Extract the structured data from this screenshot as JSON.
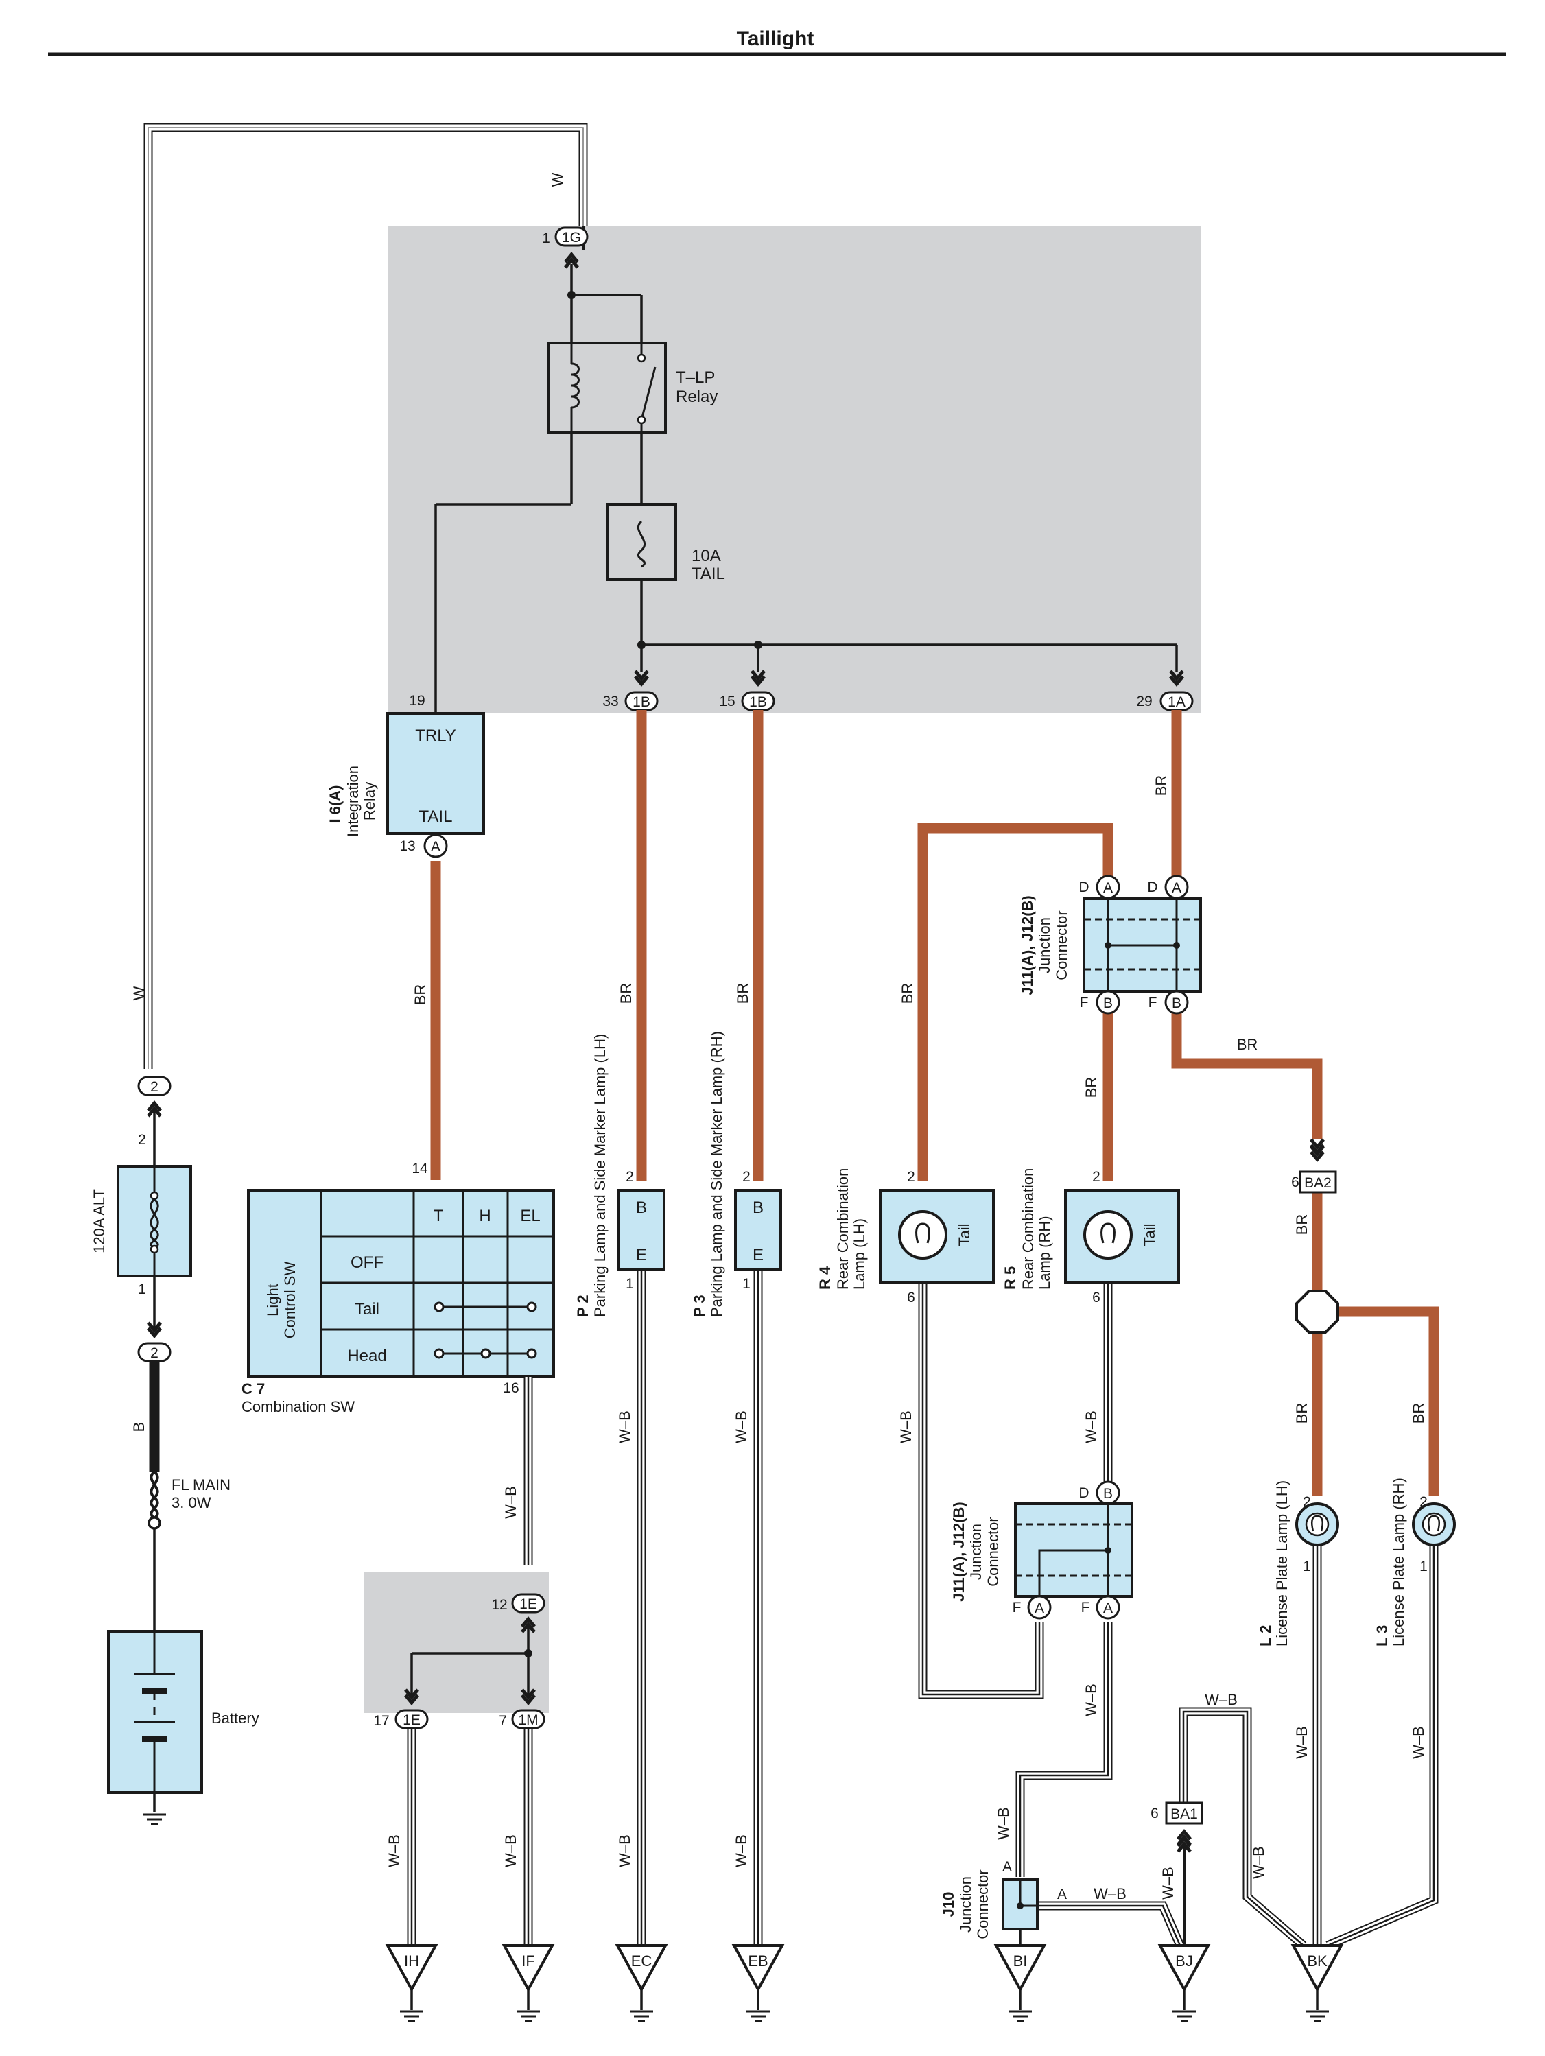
{
  "page": {
    "title": "Taillight"
  },
  "colors": {
    "br_wire": "#b05a35",
    "panel": "#d2d3d5",
    "component": "#c6e6f3",
    "black": "#1a1a1a"
  },
  "wire_colors": {
    "w": "W",
    "br": "BR",
    "b": "B",
    "wb": "W–B"
  },
  "connectors": {
    "c1G": "1G",
    "c1B": "1B",
    "c1A": "1A",
    "cA": "A",
    "cB": "B",
    "cD": "D",
    "cF": "F",
    "c2": "2",
    "c1E": "1E",
    "c1M": "1M",
    "cBA2": "BA2",
    "cBA1": "BA1"
  },
  "pins": {
    "p1": "1",
    "p2": "2",
    "p6": "6",
    "p7": "7",
    "p12": "12",
    "p13": "13",
    "p14": "14",
    "p15": "15",
    "p16": "16",
    "p17": "17",
    "p19": "19",
    "p29": "29",
    "p33": "33"
  },
  "relay": {
    "name": "T–LP",
    "sub": "Relay"
  },
  "fuse_tail": {
    "rating": "10A",
    "name": "TAIL"
  },
  "integration_relay": {
    "code": "I 6(A)",
    "name1": "Integration",
    "name2": "Relay",
    "t1": "TRLY",
    "t2": "TAIL"
  },
  "alt_fuse": {
    "name": "120A ALT"
  },
  "main_fuse": {
    "name": "FL MAIN",
    "rating": "3. 0W"
  },
  "battery": {
    "name": "Battery"
  },
  "combo_sw": {
    "code": "C 7",
    "name": "Combination SW",
    "side1": "Light",
    "side2": "Control SW",
    "cols": [
      "T",
      "H",
      "EL"
    ],
    "rows": [
      "OFF",
      "Tail",
      "Head"
    ]
  },
  "parking_lh": {
    "code": "P 2",
    "name": "Parking Lamp and Side Marker Lamp (LH)",
    "t1": "B",
    "t2": "E"
  },
  "parking_rh": {
    "code": "P 3",
    "name": "Parking Lamp and Side Marker Lamp (RH)",
    "t1": "B",
    "t2": "E"
  },
  "rear_lh": {
    "code": "R 4",
    "name1": "Rear Combination",
    "name2": "Lamp (LH)",
    "label": "Tail"
  },
  "rear_rh": {
    "code": "R 5",
    "name1": "Rear Combination",
    "name2": "Lamp (RH)",
    "label": "Tail"
  },
  "junction_j11": {
    "code": "J11(A), J12(B)",
    "name1": "Junction",
    "name2": "Connector"
  },
  "junction_j10": {
    "code": "J10",
    "name1": "Junction",
    "name2": "Connector"
  },
  "license_lh": {
    "code": "L 2",
    "name": "License Plate Lamp (LH)"
  },
  "license_rh": {
    "code": "L 3",
    "name": "License Plate Lamp (RH)"
  },
  "grounds": [
    "IH",
    "IF",
    "EC",
    "EB",
    "BI",
    "BJ",
    "BK"
  ]
}
